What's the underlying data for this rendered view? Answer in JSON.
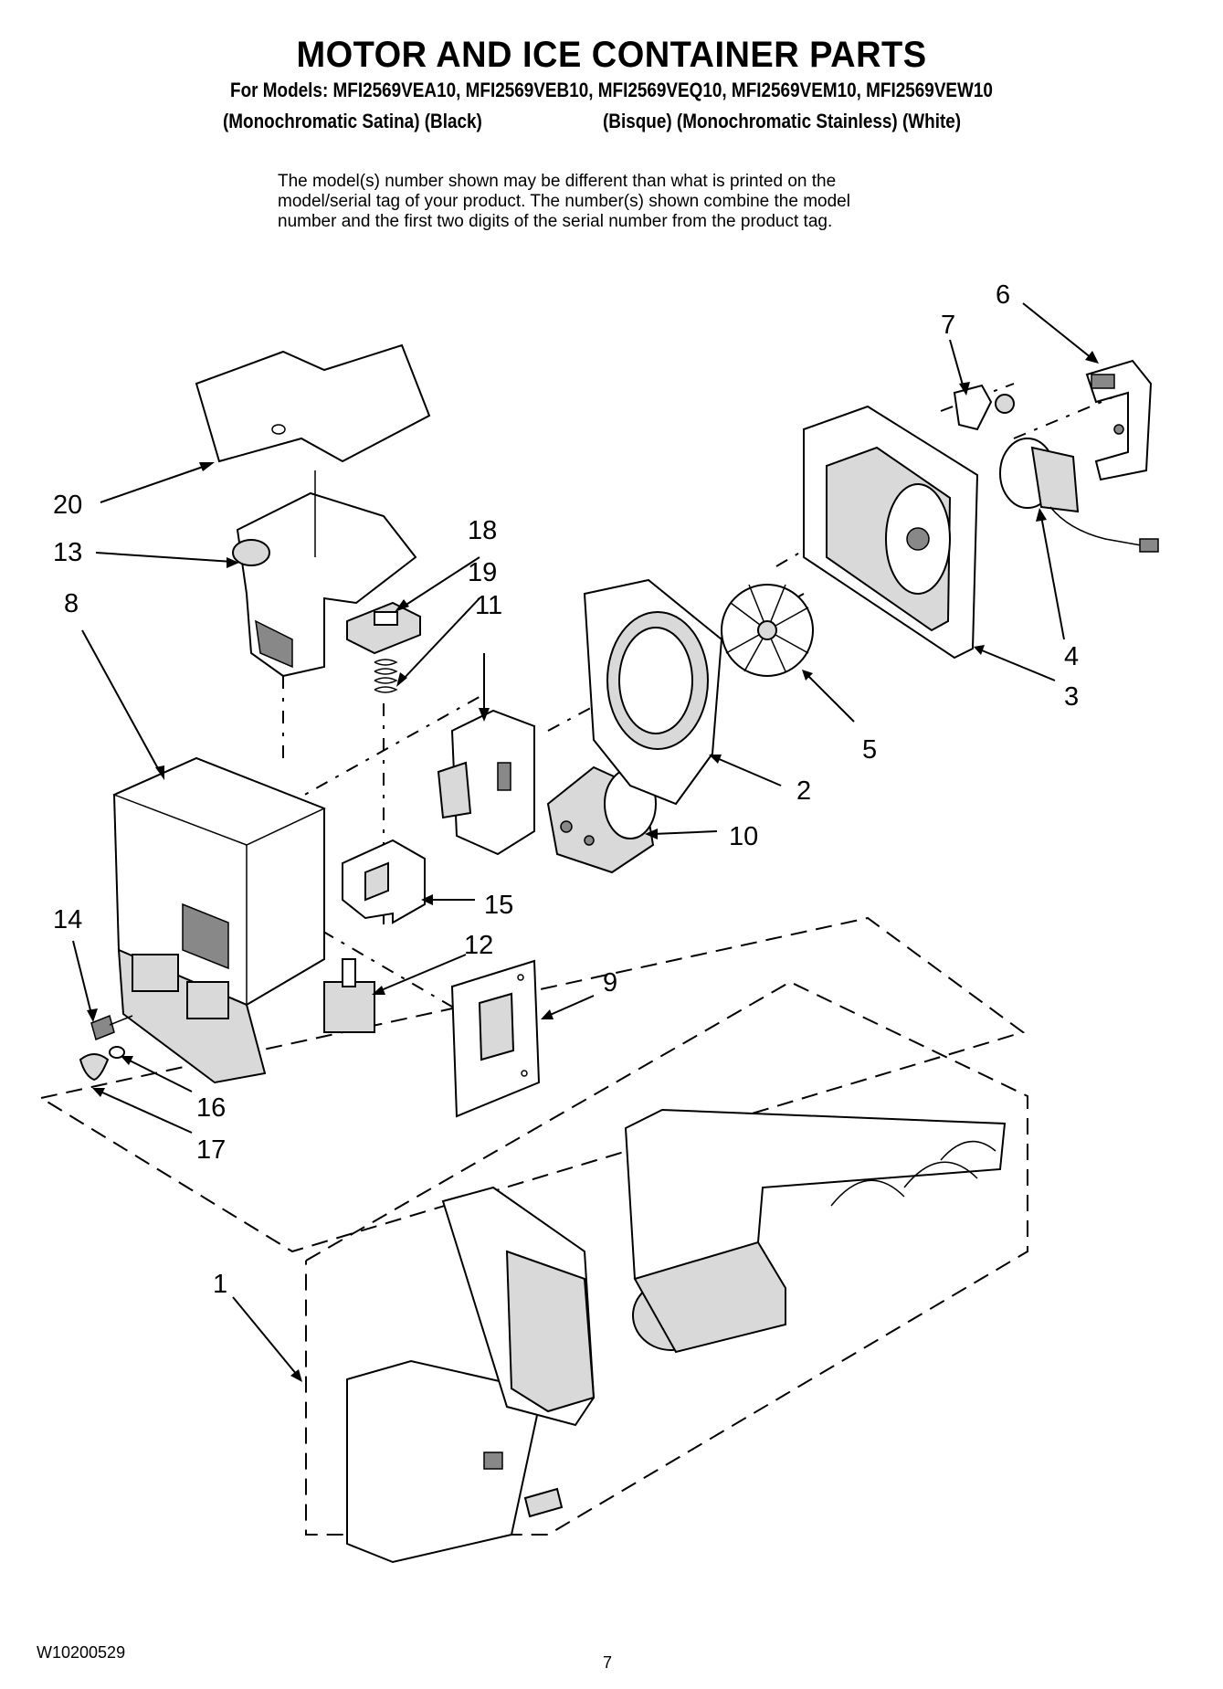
{
  "header": {
    "title": "MOTOR AND ICE CONTAINER PARTS",
    "models_line": "For Models: MFI2569VEA10, MFI2569VEB10, MFI2569VEQ10, MFI2569VEM10, MFI2569VEW10",
    "colors_left": "(Monochromatic Satina)  (Black)",
    "colors_right": "(Bisque) (Monochromatic Stainless) (White)"
  },
  "note": {
    "line1": "The model(s) number shown may be different than what is printed on the",
    "line2": "model/serial tag of your product. The number(s) shown combine the model",
    "line3": "number and the first two digits of the serial number from the product tag."
  },
  "callouts": {
    "c1": "1",
    "c2": "2",
    "c3": "3",
    "c4": "4",
    "c5": "5",
    "c6": "6",
    "c7": "7",
    "c8": "8",
    "c9": "9",
    "c10": "10",
    "c11": "11",
    "c12": "12",
    "c13": "13",
    "c14": "14",
    "c15": "15",
    "c16": "16",
    "c17": "17",
    "c18": "18",
    "c19": "19",
    "c20": "20"
  },
  "footer": {
    "doc_code": "W10200529",
    "page_number": "7"
  }
}
